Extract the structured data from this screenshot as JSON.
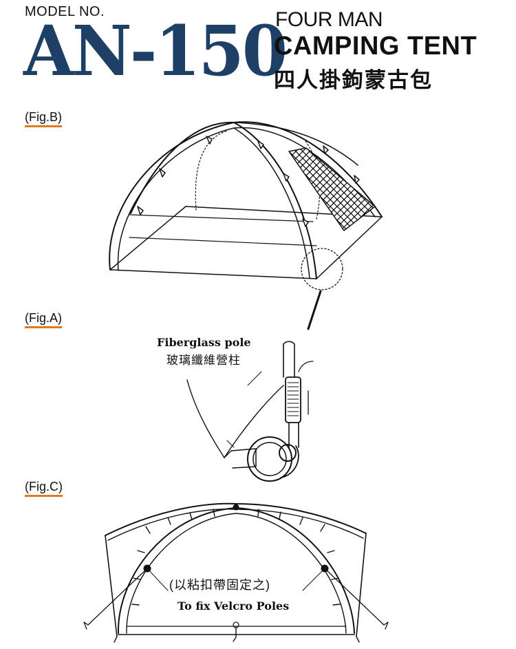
{
  "header": {
    "model_label": "MODEL NO.",
    "model_code": "AN-150",
    "subtitle_line1": "FOUR MAN",
    "subtitle_line2": "CAMPING  TENT",
    "subtitle_chinese": "四人掛鉤蒙古包"
  },
  "figures": {
    "fig_b": {
      "label": "(Fig.B)"
    },
    "fig_a": {
      "label": "(Fig.A)"
    },
    "fig_c": {
      "label": "(Fig.C)"
    }
  },
  "callouts": {
    "fiberglass_en": "Fiberglass pole",
    "fiberglass_zh": "玻璃纖維營柱",
    "velcro_zh": "(以粘扣帶固定之)",
    "velcro_en": "To fix Velcro Poles"
  },
  "colors": {
    "brand_blue": "#1e3f66",
    "underline_orange": "#e07b1c",
    "ink": "#111111"
  }
}
